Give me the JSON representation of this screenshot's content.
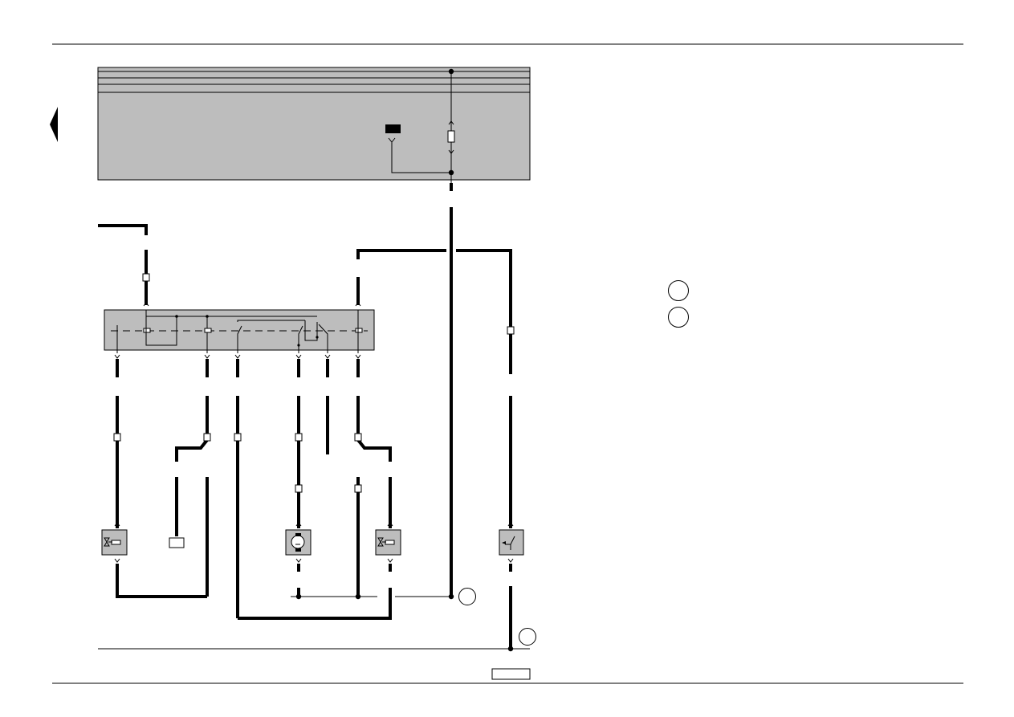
{
  "page": {
    "colors": {
      "background": "#ffffff",
      "panel": "#bdbdbd",
      "line": "#000000"
    }
  },
  "navigation": {
    "back_icon": "triangle-left-icon"
  },
  "diagram": {
    "power_panel": {
      "fill": "#bdbdbd"
    },
    "relay_panel": {
      "fill": "#bdbdbd"
    },
    "components": [
      {
        "kind": "solenoid-valve",
        "icon": "valve-icon"
      },
      {
        "kind": "connector-block",
        "icon": "terminal-icon"
      },
      {
        "kind": "motor",
        "icon": "motor-icon"
      },
      {
        "kind": "solenoid-valve",
        "icon": "valve-icon"
      },
      {
        "kind": "pressure-switch",
        "icon": "switch-icon"
      }
    ],
    "ground_points": [
      {
        "label": ""
      },
      {
        "label": ""
      }
    ],
    "legend_circles": [
      {
        "label": ""
      },
      {
        "label": ""
      }
    ],
    "page_box_label": ""
  }
}
